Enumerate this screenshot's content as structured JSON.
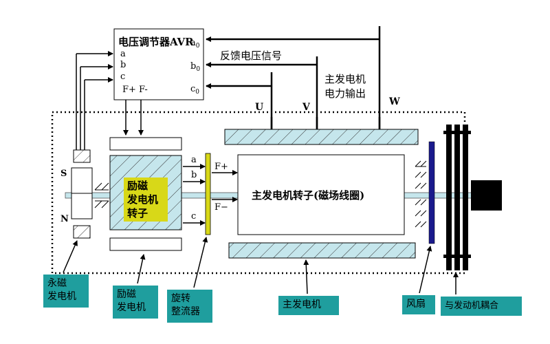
{
  "avr": {
    "title": "电压调节器AVR",
    "a0": "a0",
    "b0": "b0",
    "c0": "c0",
    "a": "a",
    "b": "b",
    "c": "c",
    "fplus": "F+",
    "fminus": "F-"
  },
  "feedback_label": "反馈电压信号",
  "main_output_line1": "主发电机",
  "main_output_line2": "电力输出",
  "phases": {
    "u": "U",
    "v": "V",
    "w": "W"
  },
  "pmg_poles": {
    "s": "S",
    "n": "N"
  },
  "exciter_rotor": {
    "line1": "励磁",
    "line2": "发电机",
    "line3": "转子"
  },
  "exciter_outputs": {
    "a": "a",
    "b": "b",
    "c": "c"
  },
  "rectifier_outputs": {
    "fplus": "F+",
    "fminus": "F−"
  },
  "main_rotor_label": "主发电机转子(磁场线圈)",
  "callouts": {
    "pmg_line1": "永磁",
    "pmg_line2": "发电机",
    "exciter_line1": "励磁",
    "exciter_line2": "发电机",
    "rectifier_line1": "旋转",
    "rectifier_line2": "整流器",
    "main_generator": "主发电机",
    "fan": "风扇",
    "coupling": "与发动机耦合"
  },
  "colors": {
    "stator_fill": "#c5e6ec",
    "rotor_fill": "#ffffff",
    "exciter_rotor_label_bg": "#d8d818",
    "rectifier": "#d8d818",
    "fan": "#1a1a8c",
    "callout_bg": "#1f9e9e"
  }
}
